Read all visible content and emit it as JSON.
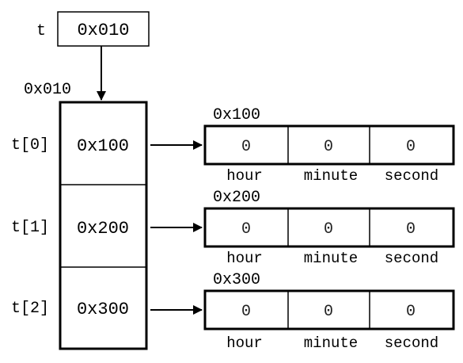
{
  "pointer": {
    "name": "t",
    "value": "0x010"
  },
  "array": {
    "address": "0x010",
    "elements": [
      {
        "index_label": "t[0]",
        "value": "0x100"
      },
      {
        "index_label": "t[1]",
        "value": "0x200"
      },
      {
        "index_label": "t[2]",
        "value": "0x300"
      }
    ]
  },
  "structs": [
    {
      "address": "0x100",
      "fields": [
        {
          "name": "hour",
          "value": "0"
        },
        {
          "name": "minute",
          "value": "0"
        },
        {
          "name": "second",
          "value": "0"
        }
      ]
    },
    {
      "address": "0x200",
      "fields": [
        {
          "name": "hour",
          "value": "0"
        },
        {
          "name": "minute",
          "value": "0"
        },
        {
          "name": "second",
          "value": "0"
        }
      ]
    },
    {
      "address": "0x300",
      "fields": [
        {
          "name": "hour",
          "value": "0"
        },
        {
          "name": "minute",
          "value": "0"
        },
        {
          "name": "second",
          "value": "0"
        }
      ]
    }
  ]
}
